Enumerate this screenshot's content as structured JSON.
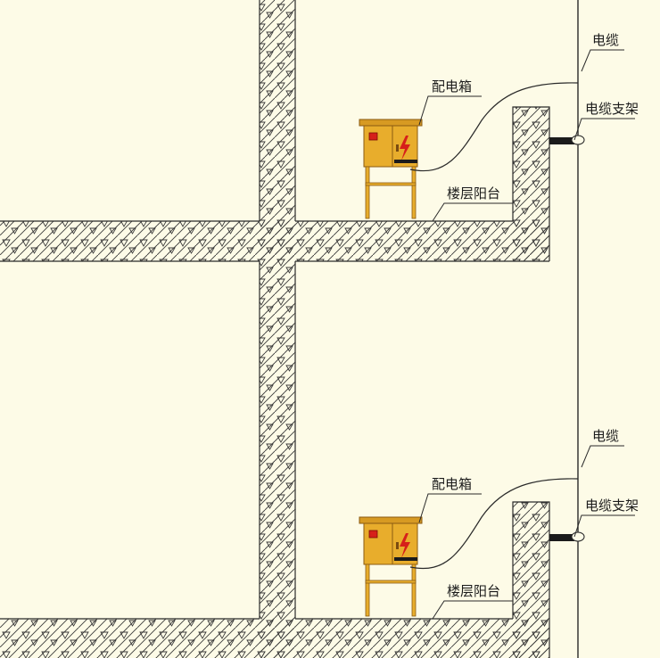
{
  "labels": {
    "cable": "电缆",
    "cable_support": "电缆支架",
    "distribution_box": "配电箱",
    "floor_balcony": "楼层阳台"
  },
  "colors": {
    "background": "#fdfbe7",
    "line": "#2a2a2a",
    "box_fill": "#e8ad2c",
    "box_stroke": "#8a5a12",
    "indicator": "#d6201a",
    "lightning": "#d6201a"
  },
  "icons": {
    "hazard": "lightning-icon",
    "indicator": "red-indicator-icon"
  }
}
